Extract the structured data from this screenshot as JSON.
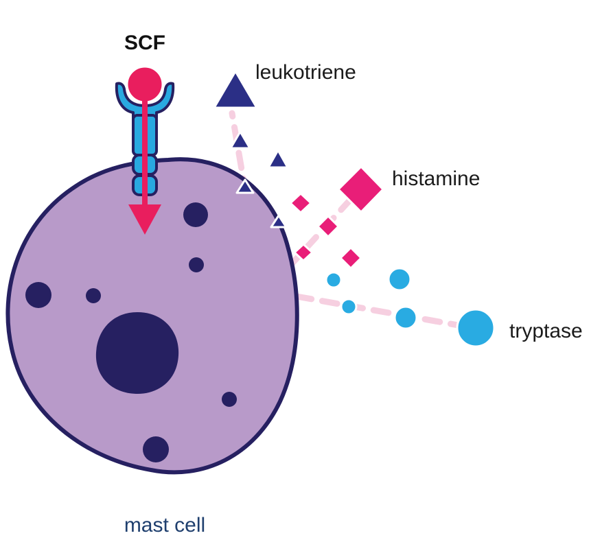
{
  "labels": {
    "scf": "SCF",
    "leukotriene": "leukotriene",
    "histamine": "histamine",
    "tryptase": "tryptase",
    "cell": "mast cell"
  },
  "colors": {
    "cell_fill": "#b89ac9",
    "cell_outline": "#262061",
    "granule": "#262061",
    "scf_ligand": "#e91e5e",
    "receptor": "#29a9e0",
    "receptor_outline": "#262061",
    "leukotriene": "#2b2f86",
    "histamine": "#e91e78",
    "tryptase": "#29abe2",
    "release_path": "#f6cfe0",
    "label_text": "#1b1b1b",
    "cell_label_text": "#1f3f6e"
  },
  "icons": {
    "leukotriene": "triangle",
    "histamine": "diamond",
    "tryptase": "circle"
  }
}
